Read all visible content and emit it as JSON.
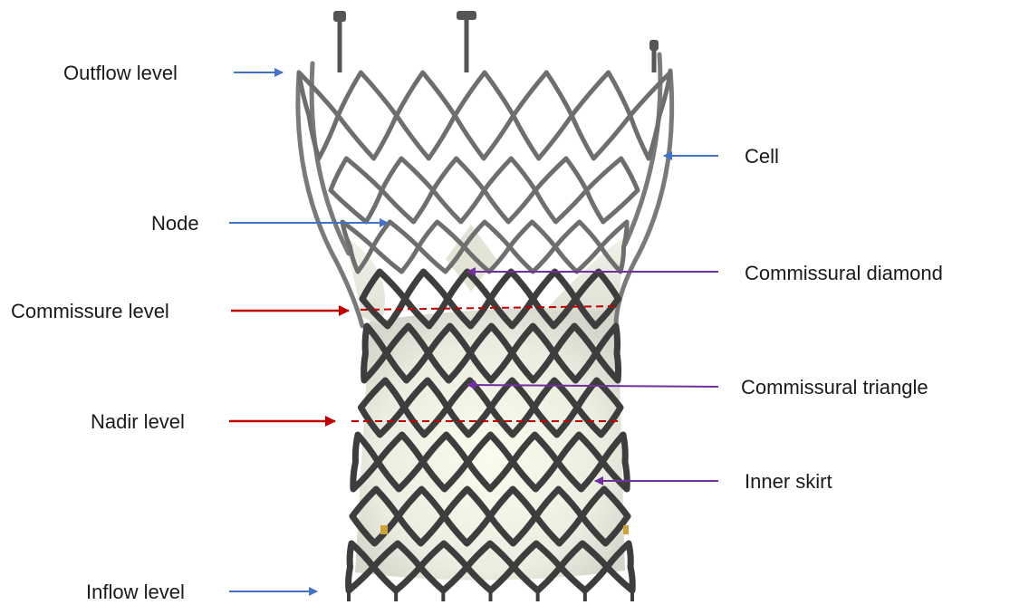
{
  "labels": {
    "outflow_level": "Outflow level",
    "cell": "Cell",
    "node": "Node",
    "commissural_diamond": "Commissural diamond",
    "commissure_level": "Commissure level",
    "commissural_triangle": "Commissural triangle",
    "nadir_level": "Nadir level",
    "inner_skirt": "Inner skirt",
    "inflow_level": "Inflow level"
  },
  "colors": {
    "blue_arrow": "#4472c4",
    "red_arrow": "#c00000",
    "purple_arrow": "#7030a0",
    "frame_metal": "#6e6e6e",
    "frame_dark": "#3d3d3d",
    "skirt_fill": "#efefe2",
    "skirt_glow": "#fbfbef"
  }
}
